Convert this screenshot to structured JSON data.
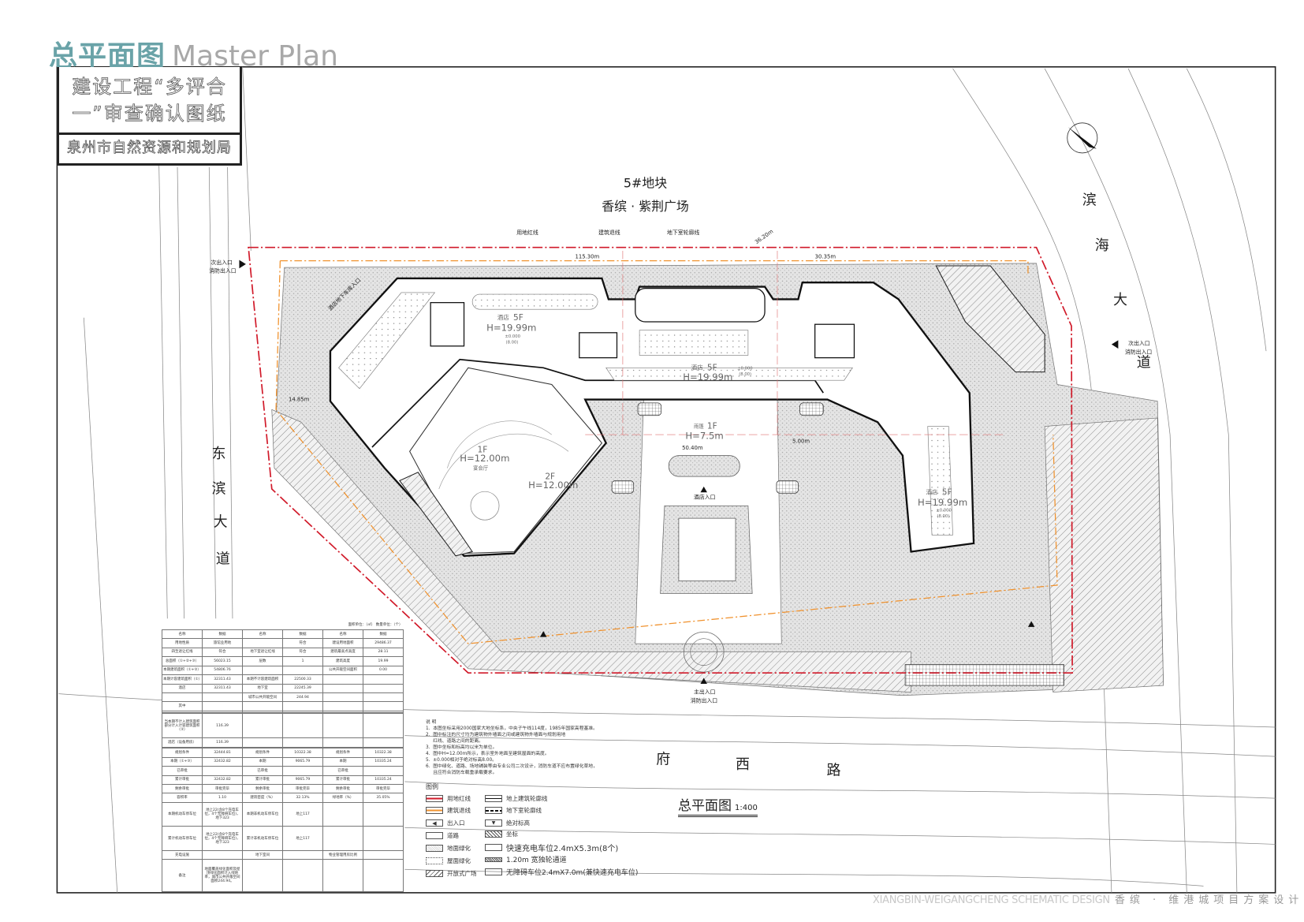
{
  "header": {
    "title_cn": "总平面图",
    "title_en": "Master Plan"
  },
  "stamp": {
    "line1": "建设工程“多评合",
    "line2": "一”审查确认图纸",
    "org": "泉州市自然资源和规划局"
  },
  "plot": {
    "block": "5#地块",
    "name": "香缤 · 紫荆广场"
  },
  "roads": {
    "west": [
      "东",
      "滨",
      "大",
      "道"
    ],
    "east": [
      "滨",
      "海",
      "大",
      "道"
    ],
    "south": [
      "府",
      "西",
      "路"
    ]
  },
  "entrances": {
    "west_secondary": "次出入口",
    "fire": "消防出入口",
    "east_secondary": "次出入口",
    "east_fire": "消防出入口",
    "main": "主出入口",
    "main_fire": "消防出入口",
    "hotel": "酒店入口",
    "parking": "酒店地下车库入口"
  },
  "buildings": [
    {
      "use": "酒店",
      "floors": "5F",
      "height": "H=19.99m",
      "elev": "±0.000",
      "abs": "(8.00)"
    },
    {
      "use": "酒店",
      "floors": "5F",
      "height": "H=19.99m",
      "elev": "±0.000",
      "abs": "(8.00)"
    },
    {
      "use": "酒店",
      "floors": "5F",
      "height": "H=19.99m",
      "elev": "±0.000",
      "abs": "(8.00)"
    },
    {
      "use": "宴会厅",
      "floors": "1F",
      "height": "H=12.00m"
    },
    {
      "use": "",
      "floors": "2F",
      "height": "H=12.00m"
    },
    {
      "use": "雨篷",
      "floors": "1F",
      "height": "H=7.5m"
    }
  ],
  "dimensions": [
    "115.30m",
    "30.35m",
    "36.20m",
    "14.85m",
    "50.40m",
    "5.00m"
  ],
  "annotations": [
    "建筑退线",
    "地下室轮廓线",
    "用地红线"
  ],
  "notes": {
    "title": "说 明",
    "items": [
      "1.  本图坐标采用2000国家大地坐标系，中央子午线114度，1985年国家高程基准。",
      "2.  图中标注的尺寸均为建筑物外墙面之间或建筑物外墙面与规划用地",
      "     红线、道路之间的距离。",
      "3.  图中坐标和标高均以米为单位。",
      "4.  图中H=12.00m所示，表示室外地面至建筑屋面的高度。",
      "5.  ±0.000相对于绝对标高8.00。",
      "6.  图中绿化、道路、场地铺装等由专业公司二次设计，消防车道不应布置绿化草地，",
      "     且应符合消防车载重承载要求。"
    ]
  },
  "legend": {
    "title": "图例",
    "items": [
      {
        "label": "用地红线",
        "color": "#d11a2a"
      },
      {
        "label": "建筑退线",
        "color": "#f0922e"
      },
      {
        "label": "出入口"
      },
      {
        "label": "道路"
      },
      {
        "label": "地面绿化"
      },
      {
        "label": "屋面绿化"
      },
      {
        "label": "开放式广场"
      },
      {
        "label": "地上建筑轮廓线"
      },
      {
        "label": "地下室轮廓线"
      },
      {
        "label": "绝对标高"
      },
      {
        "label": "坐标"
      },
      {
        "label": "快速充电车位2.4mX5.3m(8个)"
      },
      {
        "label": "1.20m 宽独轮通道"
      },
      {
        "label": "无障碍车位2.4mX7.0m(兼快速充电车位)"
      }
    ]
  },
  "scale_title": {
    "title": "总平面图",
    "scale": "1:400"
  },
  "footer": {
    "en": "XIANGBIN-WEIGANGCHENG SCHEMATIC DESIGN",
    "cn": "香缤 · 维港城项目方案设计"
  },
  "table": {
    "unit": "面积单位：（㎡）  数量单位：（个）",
    "rows": [
      [
        "名称",
        "数据",
        "名称",
        "数据",
        "名称",
        "数据"
      ],
      [
        "用地性质",
        "旅馆业用地",
        "",
        "符合",
        "建设用地面积",
        "29486.37"
      ],
      [
        "四至退让红线",
        "符合",
        "地下室退让红线",
        "符合",
        "建筑最高点高度",
        "28.11"
      ],
      [
        "总面积（①+②+③）",
        "56023.15",
        "层数",
        "1",
        "建筑高度",
        "19.99"
      ],
      [
        "本期建筑面积（①+②）",
        "54806.76",
        "",
        "",
        "公共开敞空间面积",
        "0.00"
      ],
      [
        "本期计容建筑面积（①）",
        "32311.43",
        "本期不计容建筑面积",
        "22500.33",
        "",
        ""
      ],
      [
        "酒店",
        "32311.43",
        "地下室",
        "22245.39",
        "",
        ""
      ],
      [
        "",
        "",
        "城市公共开敞空间",
        "244.94",
        "",
        ""
      ],
      [
        "其中",
        "",
        "",
        "",
        "",
        ""
      ],
      [
        "",
        "",
        "",
        "",
        "",
        ""
      ],
      [
        "",
        "",
        "",
        "",
        "",
        ""
      ],
      [
        "当本期不计入建筑面积部分计入计容建筑面积（③）",
        "116.39",
        "",
        "",
        "",
        ""
      ],
      [
        "酒店（设备用房）",
        "116.39",
        "",
        "",
        "",
        ""
      ],
      [
        "",
        "",
        "",
        "",
        "",
        ""
      ],
      [
        "规划条件",
        "32444.81",
        "规划条件",
        "10322.38",
        "规划条件",
        "10322.38"
      ],
      [
        "本期（①+③）",
        "32432.82",
        "本期",
        "9065.79",
        "本期",
        "10335.24"
      ],
      [
        "已审批",
        "",
        "已审批",
        "",
        "已审批",
        ""
      ],
      [
        "累计审批",
        "32432.82",
        "累计审批",
        "9065.79",
        "累计审批",
        "10335.24"
      ],
      [
        "剩余审批",
        "审批完毕",
        "剩余审批",
        "审批完毕",
        "剩余审批",
        "审批完毕"
      ],
      [
        "容积率",
        "1.10",
        "建筑密度（%）",
        "32.13%",
        "绿地率（%）",
        "35.05%"
      ],
      [
        "本期机动车停车位",
        "地上22(含8个充电车位，4个无障碍车位)，地下323",
        "本期非机动车停车位",
        "地上117",
        "",
        ""
      ],
      [
        "累计机动车停车位",
        "地上22(含8个充电车位，4个无障碍车位)，地下323",
        "累计非机动车停车位",
        "地上117",
        "",
        ""
      ],
      [
        "充电设施",
        "",
        "地下室间",
        "",
        "物业管理用房比例",
        ""
      ],
      [
        "备注",
        "地面覆盖绿化面积及屋顶绿化面积计入绿地率，城市公共开敞空间面积244.94。",
        "",
        "",
        "",
        ""
      ]
    ]
  }
}
